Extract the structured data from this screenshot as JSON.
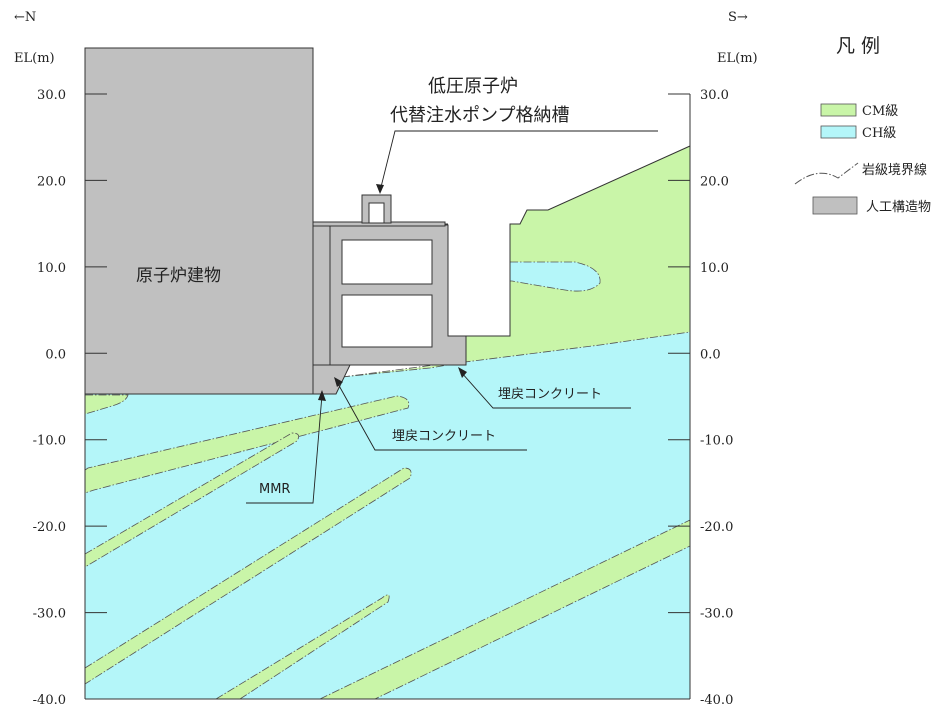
{
  "direction": {
    "north": "←N",
    "south": "S→"
  },
  "axis": {
    "left_title": "EL(m)",
    "right_title": "EL(m)",
    "ticks": [
      "30.0",
      "20.0",
      "10.0",
      "0.0",
      "-10.0",
      "-20.0",
      "-30.0",
      "-40.0"
    ]
  },
  "labels": {
    "reactor_building": "原子炉建物",
    "pump_tank_line1": "低圧原子炉",
    "pump_tank_line2": "代替注水ポンプ格納槽",
    "backfill_right": "埋戻コンクリート",
    "backfill_center": "埋戻コンクリート",
    "mmr": "MMR"
  },
  "legend": {
    "title": "凡 例",
    "items": [
      {
        "label": "CM級",
        "color": "#c9f5a8"
      },
      {
        "label": "CH級",
        "color": "#b4f6f9"
      },
      {
        "label": "岩級境界線",
        "symbol": "dash-dot-line"
      },
      {
        "label": "人工構造物",
        "color": "#c0c0c0"
      }
    ]
  },
  "colors": {
    "cm_class": "#c9f5a8",
    "ch_class": "#b4f6f9",
    "structure": "#c0c0c0",
    "line": "#333333"
  }
}
